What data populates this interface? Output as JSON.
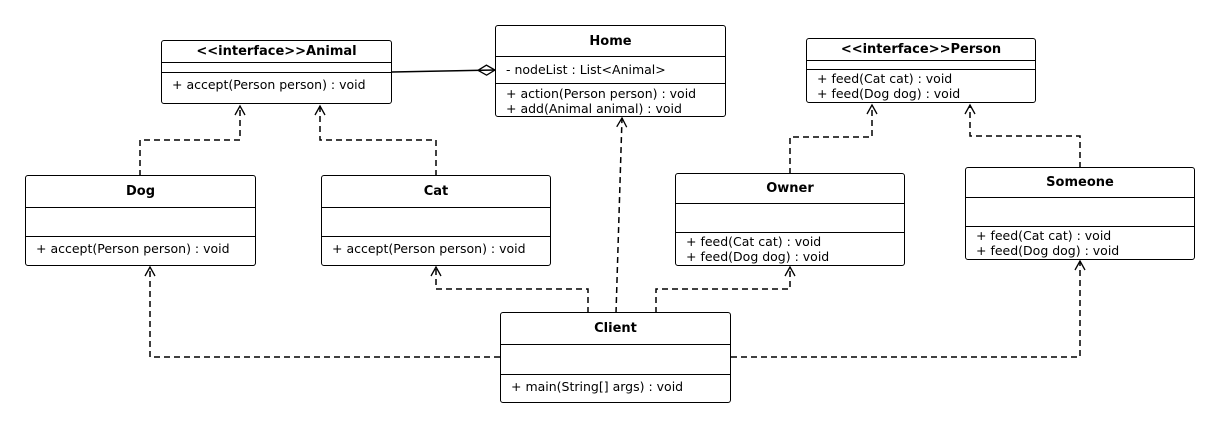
{
  "classes": {
    "animal": {
      "name": "<<interface>>Animal",
      "attributes": [],
      "operations": [
        "+ accept(Person person) : void"
      ]
    },
    "home": {
      "name": "Home",
      "attributes": [
        "- nodeList : List<Animal>"
      ],
      "operations": [
        "+ action(Person person) : void",
        "+ add(Animal animal) : void"
      ]
    },
    "person": {
      "name": "<<interface>>Person",
      "attributes": [],
      "operations": [
        "+ feed(Cat cat) : void",
        "+ feed(Dog dog) : void"
      ]
    },
    "dog": {
      "name": "Dog",
      "attributes": [],
      "operations": [
        "+ accept(Person person) : void"
      ]
    },
    "cat": {
      "name": "Cat",
      "attributes": [],
      "operations": [
        "+ accept(Person person) : void"
      ]
    },
    "owner": {
      "name": "Owner",
      "attributes": [],
      "operations": [
        "+ feed(Cat cat) : void",
        "+ feed(Dog dog) : void"
      ]
    },
    "someone": {
      "name": "Someone",
      "attributes": [],
      "operations": [
        "+ feed(Cat cat) : void",
        "+ feed(Dog dog) : void"
      ]
    },
    "client": {
      "name": "Client",
      "attributes": [],
      "operations": [
        "+ main(String[] args) : void"
      ]
    }
  },
  "colors": {
    "stroke": "#000000",
    "background": "#ffffff",
    "text": "#000000"
  }
}
